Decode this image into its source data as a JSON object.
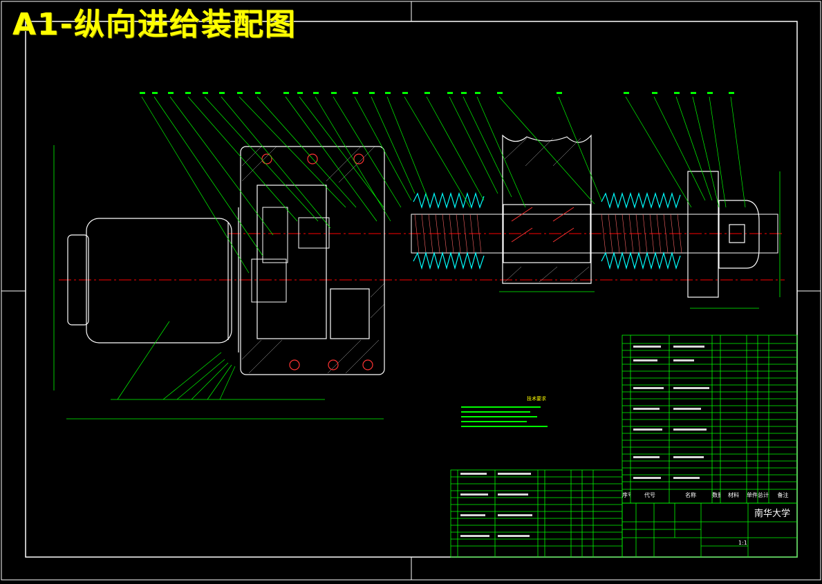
{
  "drawing": {
    "title": "A1-纵向进给装配图",
    "school": "南华大学",
    "tech_requirements_title": "技术要求",
    "scale": "1:1"
  },
  "colors": {
    "background": "#000000",
    "title": "#ffff00",
    "part_outline": "#ffffff",
    "dimension": "#00ff00",
    "center_line": "#ff0000",
    "spring": "#00ffff",
    "frame": "#ffffff"
  },
  "bom_right_headers": [
    "序号",
    "代号",
    "名称",
    "数量",
    "材料",
    "单件",
    "总计",
    "备注"
  ]
}
